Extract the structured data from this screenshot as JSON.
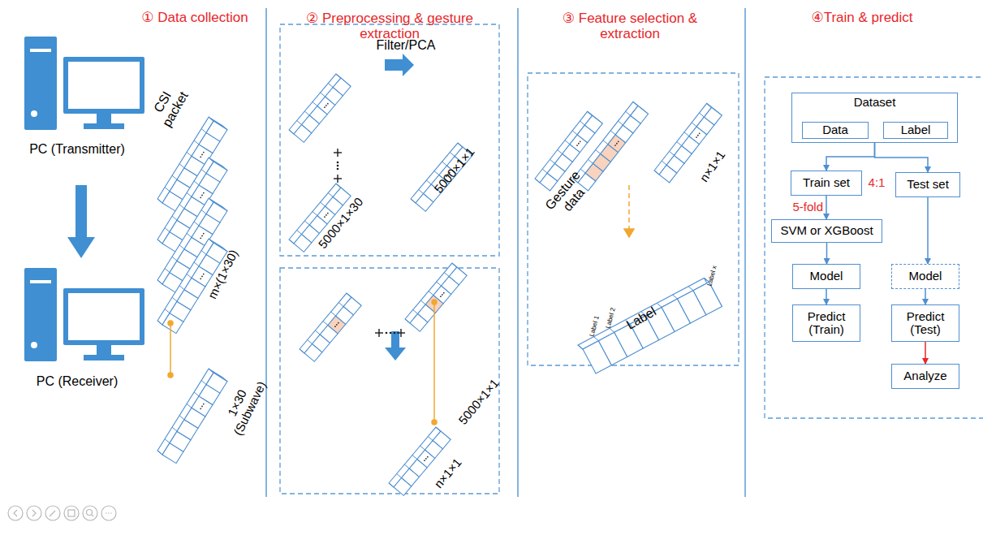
{
  "diagram": {
    "nodes": [
      {
        "text": [
          "Dataset"
        ]
      },
      {
        "text": [
          "Data"
        ],
        "in": 0
      },
      {
        "text": [
          "Label"
        ],
        "in": 0
      },
      {
        "text": [
          "Train set"
        ]
      },
      {
        "text": [
          "Test set"
        ]
      },
      {
        "text": [
          "SVM or XGBoost"
        ]
      },
      {
        "text": [
          "Model"
        ]
      },
      {
        "text": [
          "Model"
        ]
      },
      {
        "text": [
          "Predict (Train)"
        ]
      },
      {
        "text": [
          "Predict (Test)"
        ]
      },
      {
        "text": [
          "Analyze"
        ]
      }
    ],
    "edges": [
      {
        "from": 0,
        "to": 3,
        "arrow": "to"
      },
      {
        "from": 0,
        "to": 4,
        "arrow": "to"
      },
      {
        "from": 3,
        "to": 5,
        "arrow": "to",
        "label": "5-fold"
      },
      {
        "from": 5,
        "to": 6,
        "arrow": "to"
      },
      {
        "from": 6,
        "to": 8,
        "arrow": "to"
      },
      {
        "from": 4,
        "to": 7,
        "arrow": "to"
      },
      {
        "from": 7,
        "to": 9,
        "arrow": "to"
      },
      {
        "from": 9,
        "to": 10,
        "arrow": "to"
      }
    ],
    "labels": [
      "① Data collection",
      "② Preprocessing & gesture extraction",
      "③ Feature selection & extraction",
      "④Train & predict",
      "PC (Transmitter)",
      "PC (Receiver)",
      "CSI packet",
      "m×(1×30)",
      "1×30 (Subwave)",
      "Filter/PCA",
      "5000×1×30",
      "5000×1×1",
      "5000×1×1",
      "n×1×1",
      "Gesture data",
      "n×1×1",
      "Label",
      "Label 1",
      "Label 2",
      "Label x",
      "4:1"
    ]
  }
}
